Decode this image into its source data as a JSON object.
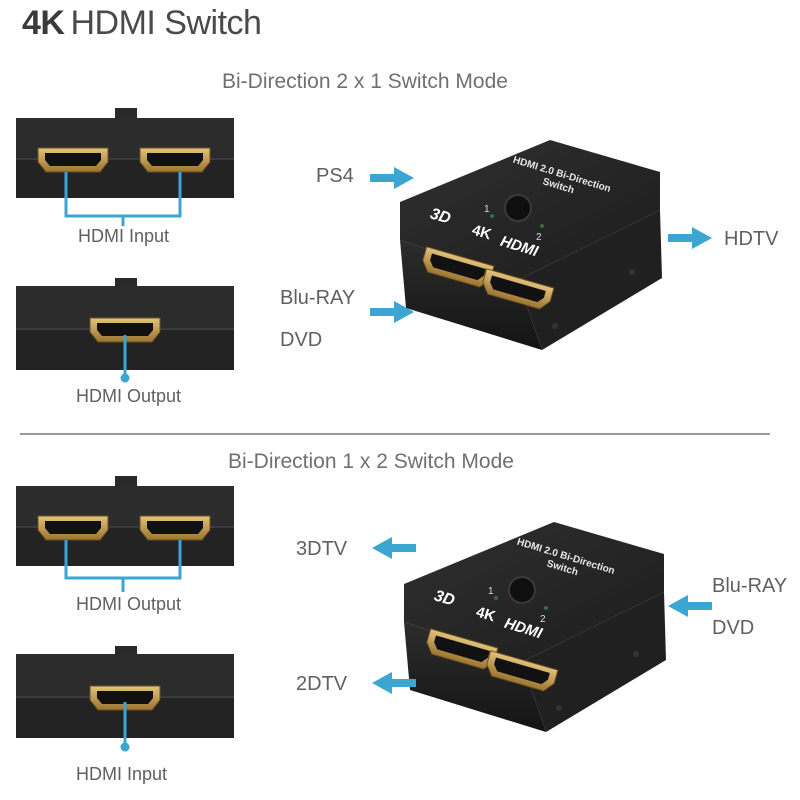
{
  "title": {
    "bold": "4K",
    "rest": "HDMI Switch"
  },
  "colors": {
    "accent": "#3ba6d2",
    "device": "#1a1a1a",
    "port_gold": "#c9a04a"
  },
  "top_section": {
    "heading": "Bi-Direction 2 x 1 Switch Mode",
    "input_label": "HDMI Input",
    "output_label": "HDMI Output",
    "sources": [
      "PS4",
      "Blu-RAY",
      "DVD"
    ],
    "target": "HDTV"
  },
  "bottom_section": {
    "heading": "Bi-Direction 1 x 2 Switch Mode",
    "output_label": "HDMI Output",
    "input_label": "HDMI Input",
    "targets": [
      "3DTV",
      "2DTV"
    ],
    "sources": [
      "Blu-RAY",
      "DVD"
    ]
  },
  "device": {
    "top_text": "HDMI 2.0 Bi-Direction Switch",
    "badge_3d": "3D",
    "badge_4k": "4K",
    "badge_hdmi": "HDMI",
    "port_1": "1",
    "port_2": "2"
  }
}
